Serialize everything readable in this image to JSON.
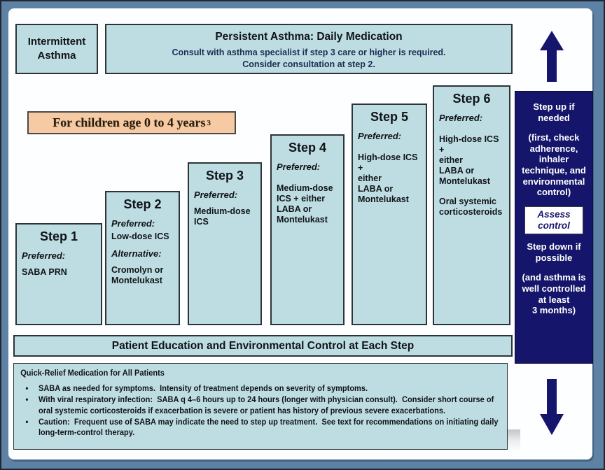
{
  "colors": {
    "box_bg": "#bedde2",
    "panel_bg": "#15156b",
    "frame": "#5d82a5",
    "frame_edge": "#23272f",
    "age_bg": "#f6cba3",
    "arrow": "#15156b",
    "title_text": "#101418",
    "subtitle_text": "#1c2d52",
    "canvas_bg": "#fdfeff",
    "border_dark": "#2e3436"
  },
  "intermittent_box": {
    "label": "Intermittent\nAsthma"
  },
  "persistent_header": {
    "title": "Persistent Asthma: Daily Medication",
    "note": "Consult with asthma specialist if step 3 care or higher is required.\nConsider consultation at step 2."
  },
  "age_label": {
    "text": "For children age 0 to 4 years",
    "superscript": "3"
  },
  "steps": [
    {
      "title": "Step 1",
      "preferred_label": "Preferred:",
      "preferred": "SABA PRN"
    },
    {
      "title": "Step 2",
      "preferred_label": "Preferred:",
      "preferred": "Low-dose ICS",
      "alternative_label": "Alternative:",
      "alternative": "Cromolyn or\nMontelukast"
    },
    {
      "title": "Step 3",
      "preferred_label": "Preferred:",
      "preferred": "Medium-dose\nICS"
    },
    {
      "title": "Step 4",
      "preferred_label": "Preferred:",
      "preferred": "Medium-dose\nICS + either\nLABA or\nMontelukast"
    },
    {
      "title": "Step 5",
      "preferred_label": "Preferred:",
      "preferred": "High-dose ICS +\neither\nLABA or\nMontelukast"
    },
    {
      "title": "Step 6",
      "preferred_label": "Preferred:",
      "preferred": "High-dose ICS +\neither\nLABA or\nMontelukast",
      "extra": "Oral systemic\ncorticosteroids"
    }
  ],
  "side_panel": {
    "step_up": "Step up if\nneeded",
    "step_up_note": "(first, check\nadherence,\ninhaler\ntechnique, and\nenvironmental\ncontrol)",
    "assess": "Assess\ncontrol",
    "step_down": "Step down if\npossible",
    "step_down_note": "(and asthma is\nwell controlled\nat least\n3 months)"
  },
  "education_bar": {
    "text": "Patient Education and Environmental Control at Each Step"
  },
  "quick_relief": {
    "title": "Quick-Relief Medication for All Patients",
    "bullets": [
      "SABA as needed for symptoms.  Intensity of treatment depends on severity of symptoms.",
      "With viral respiratory infection:  SABA q 4–6 hours up to 24 hours (longer with physician consult).  Consider short course of oral systemic corticosteroids if exacerbation is severe or patient has history of previous severe exacerbations.",
      "Caution:  Frequent use of SABA may indicate the need to step up treatment.  See text for recommendations on initiating daily long-term-control therapy."
    ]
  }
}
